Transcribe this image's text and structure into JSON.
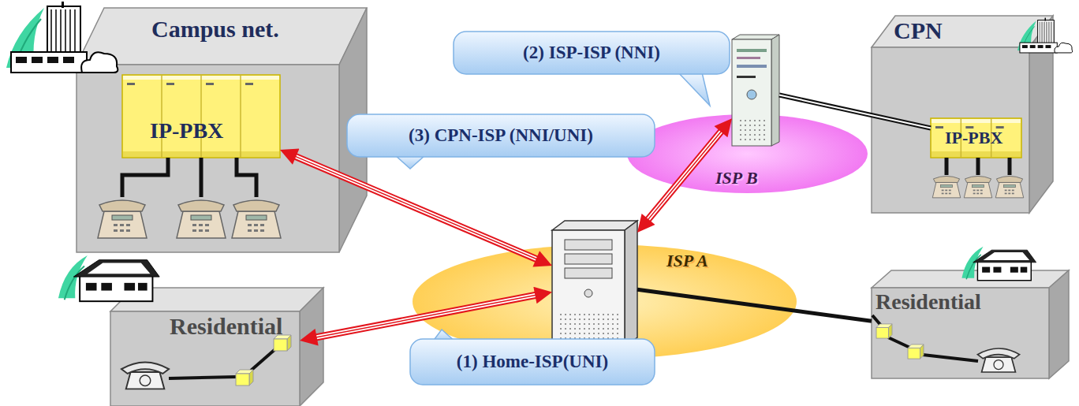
{
  "diagram": {
    "nodes": [
      {
        "text": [
          "Campus net."
        ]
      },
      {
        "text": [
          "IP-PBX"
        ],
        "in": 0
      },
      {
        "text": [
          "ISP B"
        ]
      },
      {
        "text": [
          "CPN"
        ]
      },
      {
        "text": [
          "IP-PBX"
        ],
        "in": 3
      },
      {
        "text": [
          "ISP A"
        ]
      },
      {
        "text": [
          "Residential"
        ]
      },
      {
        "text": [
          "Residential"
        ]
      }
    ],
    "edges": [
      {
        "from": 1,
        "to": 5,
        "arrow": "both"
      },
      {
        "from": 2,
        "to": 5,
        "arrow": "both"
      },
      {
        "from": 6,
        "to": 5,
        "arrow": "both"
      },
      {
        "from": 5,
        "to": 7,
        "arrow": "none"
      },
      {
        "from": 2,
        "to": 4,
        "arrow": "none"
      }
    ],
    "labels": [
      "(3) CPN-ISP (NNI/UNI)",
      "(2) ISP-ISP (NNI)",
      "(1) Home-ISP(UNI)"
    ]
  }
}
